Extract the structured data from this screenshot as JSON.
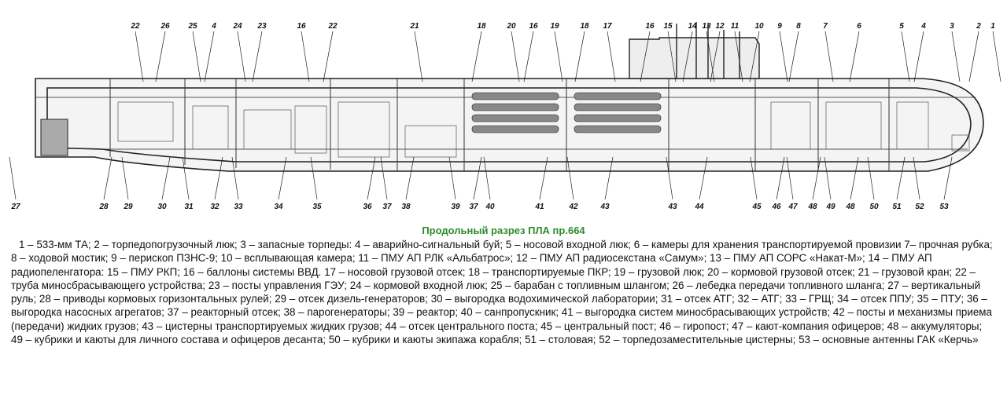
{
  "caption": {
    "title": "Продольный разрез ПЛА пр.664",
    "legend": "1 – 533-мм ТА; 2 – торпедопогрузочный люк; 3 – запасные торпеды: 4 – аварийно-сигнальный буй; 5 – носовой входной люк; 6 – камеры для хранения транспортируемой провизии 7– прочная рубка; 8 – ходовой мостик; 9 – перископ ПЗНС-9; 10 – всплывающая камера; 11 – ПМУ АП РЛК «Альбатрос»; 12 – ПМУ АП радиосекстана «Самум»; 13 – ПМУ АП СОРС «Накат-М»; 14 – ПМУ АП радиопеленгатора: 15 – ПМУ РКП; 16 – баллоны системы ВВД. 17 – носовой грузовой отсек; 18 – транспортируемые ПКР; 19 – грузовой люк; 20 – кормовой грузовой отсек; 21 – грузовой кран; 22 – труба миносбрасывающего устройства; 23 – посты управления ГЭУ; 24 – кормовой входной люк; 25 – барабан с топливным шлангом; 26 – лебедка передачи топливного шланга; 27 – вертикальный руль; 28 – приводы кормовых горизонтальных рулей; 29 – отсек дизель-генераторов; 30 – выгородка водохимической лаборатории; 31 – отсек АТГ; 32 – АТГ; 33 – ГРЩ; 34 – отсек ППУ; 35 – ПТУ; 36 – выгородка насосных агрегатов; 37 – реакторный отсек; 38 – парогенераторы; 39 – реактор; 40 – санпропускник; 41 – выгородка систем миносбрасывающих устройств; 42 – посты и механизмы приема (передачи) жидких грузов; 43 – цистерны транспортируемых жидких грузов; 44 – отсек центрального поста; 45 – центральный пост; 46 – гиропост; 47 – кают-компания офицеров; 48 – аккумуляторы; 49 – кубрики и каюты для личного состава и офицеров десанта; 50 – кубрики и каюты экипажа корабля; 51 – столовая; 52 – торпедозаместительные цистерны; 53 – основные антенны ГАК «Керчь»"
  },
  "callouts": {
    "top": [
      "22",
      "26",
      "25",
      "4",
      "24",
      "23",
      "16",
      "22",
      "21",
      "18",
      "20",
      "16",
      "19",
      "18",
      "17",
      "16",
      "15",
      "14",
      "13",
      "12",
      "11",
      "10",
      "9",
      "8",
      "7",
      "6",
      "5",
      "4",
      "3",
      "2",
      "1"
    ],
    "bottom": [
      "27",
      "28",
      "29",
      "30",
      "31",
      "32",
      "33",
      "34",
      "35",
      "36",
      "37",
      "38",
      "39",
      "37",
      "40",
      "41",
      "42",
      "43",
      "43",
      "44",
      "45",
      "46",
      "47",
      "48",
      "49",
      "48",
      "50",
      "51",
      "52",
      "53"
    ]
  }
}
